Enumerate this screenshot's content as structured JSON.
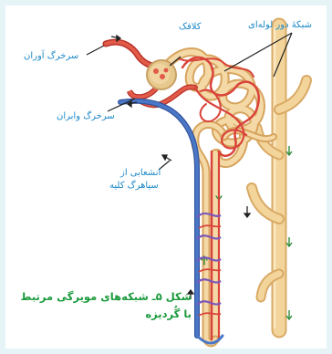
{
  "labels": {
    "glomerulus": "کلافک",
    "peritubular_network": "شبکهٔ دور لوله‌ای",
    "afferent_arteriole": "سرخرگ آوران",
    "efferent_arteriole": "سرخرگ وابران",
    "renal_vein_branch_line1": "انشعابی از",
    "renal_vein_branch_line2": "سیاهرگ کلیه"
  },
  "caption": {
    "line1": "شکل ۵ـ شبکه‌های مویرگی مرتبط",
    "line2": "با گُردیزه"
  },
  "colors": {
    "label": "#1d89c8",
    "caption": "#1a9a3c",
    "artery": "#e0483a",
    "vein": "#3f6fc4",
    "tubule": "#f0cd8e",
    "frame": "#e6f4f8"
  }
}
